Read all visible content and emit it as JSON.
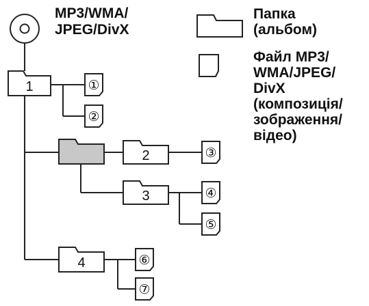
{
  "disc": {
    "label": "MP3/WMA/\nJPEG/DivX"
  },
  "legend": {
    "folder_label": "Папка\n(альбом)",
    "file_label": "Файл MP3/\nWMA/JPEG/\nDivX\n(композиція/\nзображення/\nвідео)"
  },
  "folders": [
    {
      "id": "f1",
      "label": "1",
      "highlighted": false
    },
    {
      "id": "froot",
      "label": "",
      "highlighted": true
    },
    {
      "id": "f2",
      "label": "2",
      "highlighted": false
    },
    {
      "id": "f3",
      "label": "3",
      "highlighted": false
    },
    {
      "id": "f4",
      "label": "4",
      "highlighted": false
    }
  ],
  "files": [
    {
      "id": "t1",
      "label": "①"
    },
    {
      "id": "t2",
      "label": "②"
    },
    {
      "id": "t3",
      "label": "③"
    },
    {
      "id": "t4",
      "label": "④"
    },
    {
      "id": "t5",
      "label": "⑤"
    },
    {
      "id": "t6",
      "label": "⑥"
    },
    {
      "id": "t7",
      "label": "⑦"
    }
  ],
  "colors": {
    "line": "#222222",
    "folder_fill": "#ffffff",
    "folder_highlight_fill": "#c8c8c8"
  }
}
